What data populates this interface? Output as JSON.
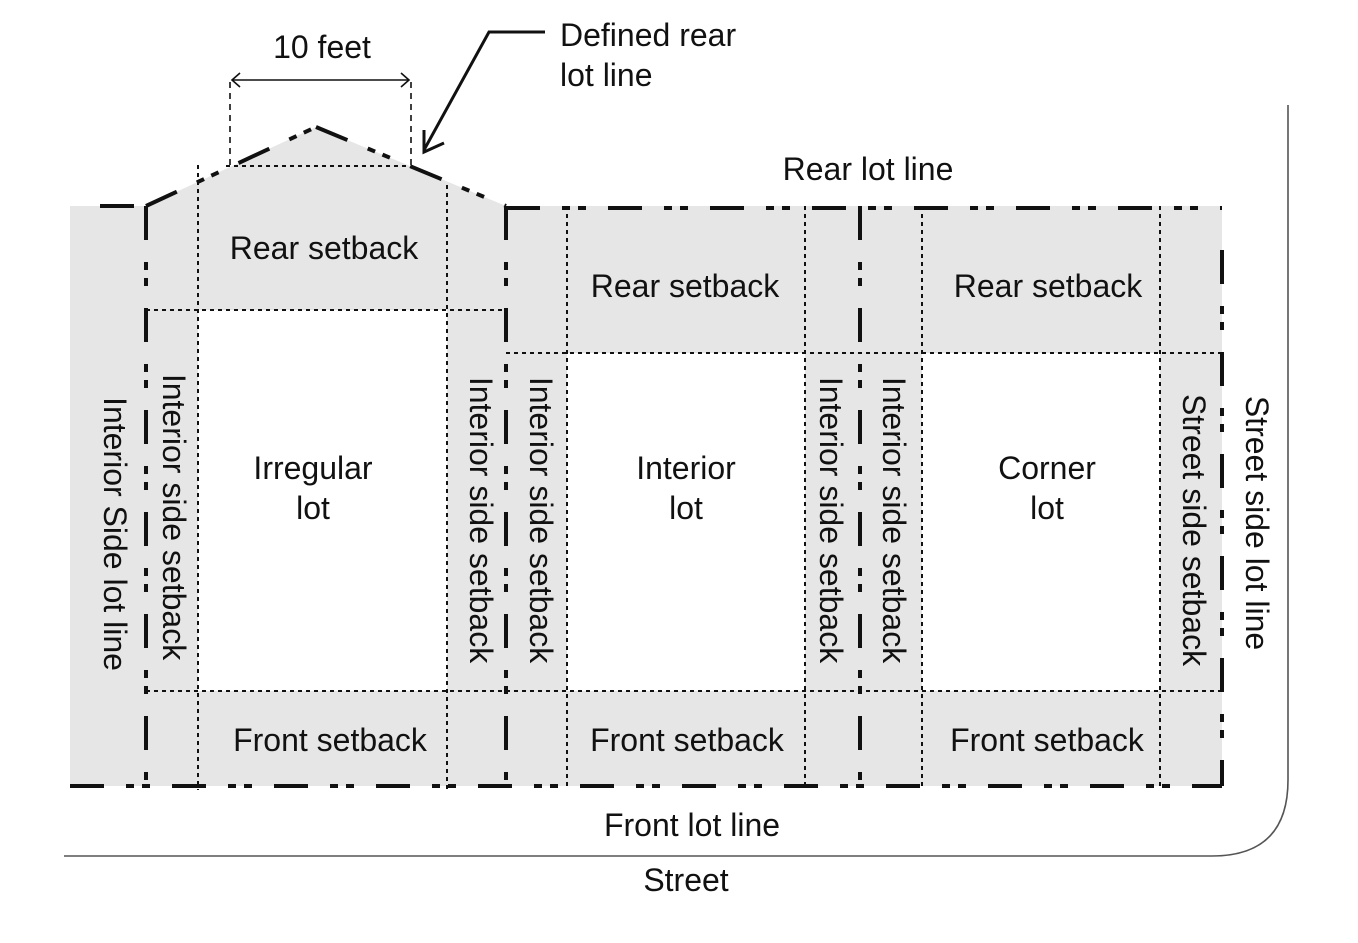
{
  "diagram": {
    "title": "Lot types and setbacks",
    "annotations": {
      "dimension": "10 feet",
      "defined_rear_lot_line_1": "Defined rear",
      "defined_rear_lot_line_2": "lot line",
      "rear_lot_line": "Rear lot line",
      "front_lot_line": "Front lot line",
      "street": "Street",
      "street_side_lot_line": "Street side lot line",
      "interior_side_lot_line": "Interior Side lot line"
    },
    "lots": [
      {
        "name_1": "Irregular",
        "name_2": "lot",
        "rear_setback": "Rear setback",
        "front_setback": "Front setback",
        "left_setback": "Interior side  setback",
        "right_setback": "Interior side setback"
      },
      {
        "name_1": "Interior",
        "name_2": "lot",
        "rear_setback": "Rear setback",
        "front_setback": "Front setback",
        "left_setback": "Interior side  setback",
        "right_setback": "Interior side  setback"
      },
      {
        "name_1": "Corner",
        "name_2": "lot",
        "rear_setback": "Rear setback",
        "front_setback": "Front setback",
        "left_setback": "Interior side  setback",
        "right_setback": "Street side setback"
      }
    ],
    "colors": {
      "setback_fill": "#e6e6e6",
      "line": "#111111"
    }
  }
}
